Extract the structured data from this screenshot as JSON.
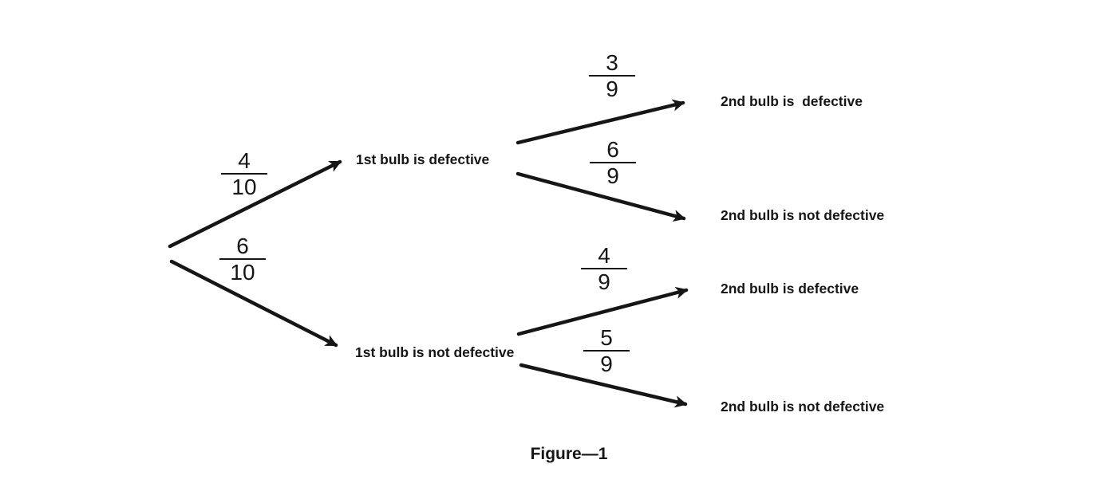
{
  "colors": {
    "background": "#ffffff",
    "ink": "#161616"
  },
  "caption": "Figure—1",
  "tree": {
    "level1_branches": [
      {
        "probability": {
          "numerator": "4",
          "denominator": "10"
        },
        "node_label": "1st bulb is defective"
      },
      {
        "probability": {
          "numerator": "6",
          "denominator": "10"
        },
        "node_label": "1st bulb is not defective"
      }
    ],
    "level2_branches": [
      {
        "from": "1st bulb is defective",
        "probability": {
          "numerator": "3",
          "denominator": "9"
        },
        "node_label": "2nd bulb is  defective"
      },
      {
        "from": "1st bulb is defective",
        "probability": {
          "numerator": "6",
          "denominator": "9"
        },
        "node_label": "2nd bulb is not defective"
      },
      {
        "from": "1st bulb is not defective",
        "probability": {
          "numerator": "4",
          "denominator": "9"
        },
        "node_label": "2nd bulb is defective"
      },
      {
        "from": "1st bulb is not defective",
        "probability": {
          "numerator": "5",
          "denominator": "9"
        },
        "node_label": "2nd bulb is not defective"
      }
    ]
  }
}
